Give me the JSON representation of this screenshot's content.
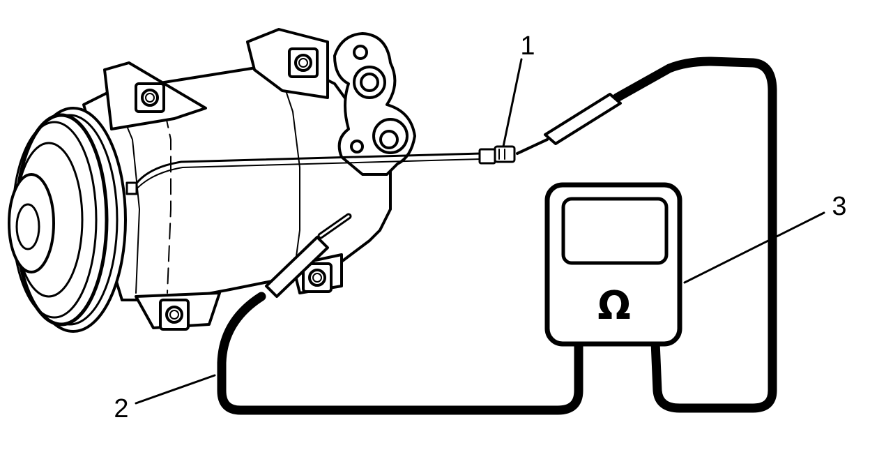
{
  "callouts": {
    "c1": "1",
    "c2": "2",
    "c3": "3"
  },
  "meter": {
    "symbol": "Ω"
  },
  "colors": {
    "line": "#000000",
    "background": "#ffffff"
  }
}
